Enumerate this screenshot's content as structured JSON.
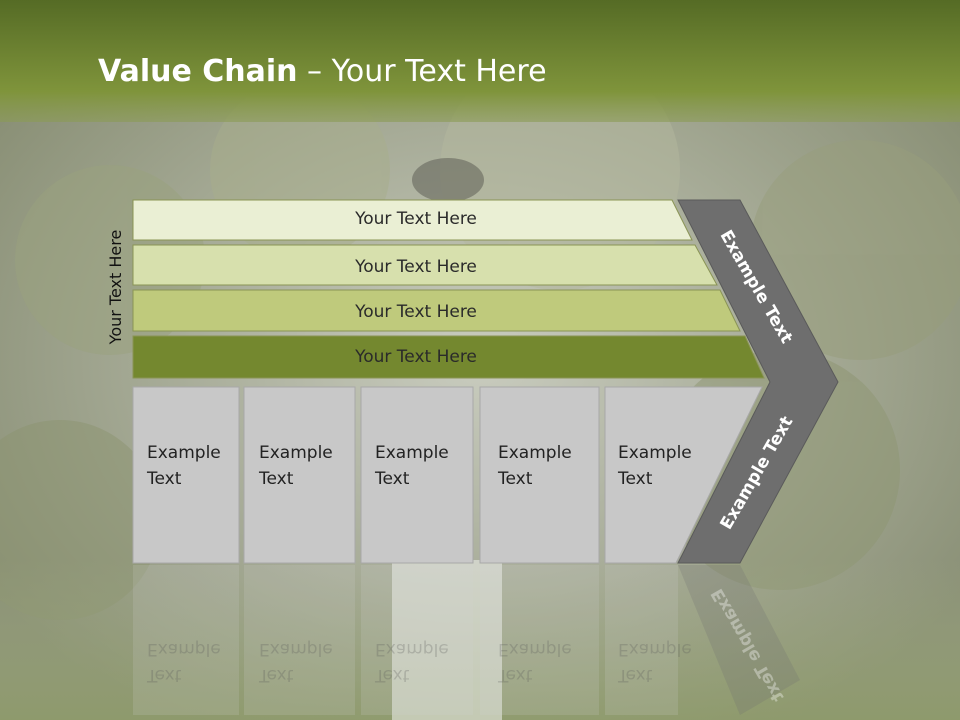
{
  "title": {
    "bold": "Value Chain",
    "rest": " – Your Text Here"
  },
  "side_label": "Your Text Here",
  "bands": [
    {
      "label": "Your Text Here",
      "color": "#eaefd4"
    },
    {
      "label": "Your Text Here",
      "color": "#d7e0ad"
    },
    {
      "label": "Your Text Here",
      "color": "#bfca7c"
    },
    {
      "label": "Your Text Here",
      "color": "#74882f"
    }
  ],
  "boxes": [
    {
      "line1": "Example",
      "line2": "Text"
    },
    {
      "line1": "Example",
      "line2": "Text"
    },
    {
      "line1": "Example",
      "line2": "Text"
    },
    {
      "line1": "Example",
      "line2": "Text"
    },
    {
      "line1": "Example",
      "line2": "Text"
    }
  ],
  "chevron": {
    "top_label": "Example Text",
    "bottom_label": "Example Text",
    "color": "#6e6e6e"
  },
  "colors": {
    "header": "#6f822f",
    "box_fill": "#c8c8c8",
    "box_border": "#a8a8a8"
  }
}
